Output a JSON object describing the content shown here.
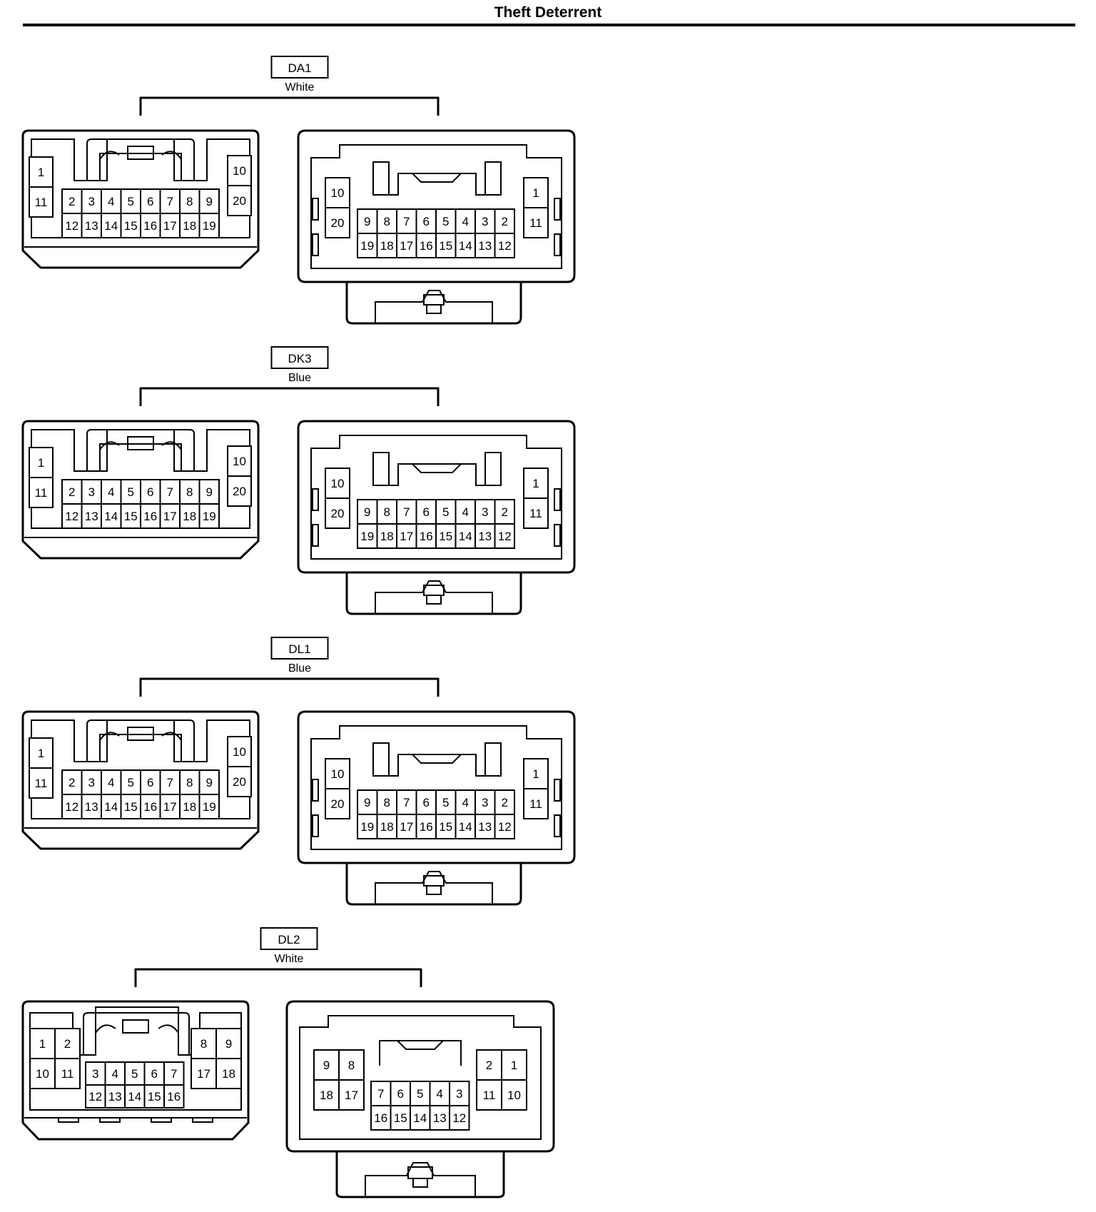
{
  "page": {
    "title": "Theft Deterrent"
  },
  "connectors": [
    {
      "id": "DA1",
      "color": "White",
      "variant": "20",
      "female": {
        "top": [
          [
            "1",
            "11"
          ]
        ],
        "middle_top": [
          "2",
          "3",
          "4",
          "5",
          "6",
          "7",
          "8",
          "9"
        ],
        "middle_bottom": [
          "12",
          "13",
          "14",
          "15",
          "16",
          "17",
          "18",
          "19"
        ],
        "right": [
          [
            "10",
            "20"
          ]
        ]
      },
      "male": {
        "left": [
          [
            "10",
            "20"
          ]
        ],
        "middle_top": [
          "9",
          "8",
          "7",
          "6",
          "5",
          "4",
          "3",
          "2"
        ],
        "middle_bottom": [
          "19",
          "18",
          "17",
          "16",
          "15",
          "14",
          "13",
          "12"
        ],
        "right": [
          [
            "1",
            "11"
          ]
        ]
      }
    },
    {
      "id": "DK3",
      "color": "Blue",
      "variant": "20",
      "female": {
        "top": [
          [
            "1",
            "11"
          ]
        ],
        "middle_top": [
          "2",
          "3",
          "4",
          "5",
          "6",
          "7",
          "8",
          "9"
        ],
        "middle_bottom": [
          "12",
          "13",
          "14",
          "15",
          "16",
          "17",
          "18",
          "19"
        ],
        "right": [
          [
            "10",
            "20"
          ]
        ]
      },
      "male": {
        "left": [
          [
            "10",
            "20"
          ]
        ],
        "middle_top": [
          "9",
          "8",
          "7",
          "6",
          "5",
          "4",
          "3",
          "2"
        ],
        "middle_bottom": [
          "19",
          "18",
          "17",
          "16",
          "15",
          "14",
          "13",
          "12"
        ],
        "right": [
          [
            "1",
            "11"
          ]
        ]
      }
    },
    {
      "id": "DL1",
      "color": "Blue",
      "variant": "20",
      "female": {
        "top": [
          [
            "1",
            "11"
          ]
        ],
        "middle_top": [
          "2",
          "3",
          "4",
          "5",
          "6",
          "7",
          "8",
          "9"
        ],
        "middle_bottom": [
          "12",
          "13",
          "14",
          "15",
          "16",
          "17",
          "18",
          "19"
        ],
        "right": [
          [
            "10",
            "20"
          ]
        ]
      },
      "male": {
        "left": [
          [
            "10",
            "20"
          ]
        ],
        "middle_top": [
          "9",
          "8",
          "7",
          "6",
          "5",
          "4",
          "3",
          "2"
        ],
        "middle_bottom": [
          "19",
          "18",
          "17",
          "16",
          "15",
          "14",
          "13",
          "12"
        ],
        "right": [
          [
            "1",
            "11"
          ]
        ]
      }
    },
    {
      "id": "DL2",
      "color": "White",
      "variant": "18",
      "female": {
        "top": [
          [
            "1",
            "10"
          ],
          [
            "2",
            "11"
          ]
        ],
        "middle_top": [
          "3",
          "4",
          "5",
          "6",
          "7"
        ],
        "middle_bottom": [
          "12",
          "13",
          "14",
          "15",
          "16"
        ],
        "right": [
          [
            "8",
            "17"
          ],
          [
            "9",
            "18"
          ]
        ]
      },
      "male": {
        "left": [
          [
            "9",
            "18"
          ],
          [
            "8",
            "17"
          ]
        ],
        "middle_top": [
          "7",
          "6",
          "5",
          "4",
          "3"
        ],
        "middle_bottom": [
          "16",
          "15",
          "14",
          "13",
          "12"
        ],
        "right": [
          [
            "2",
            "11"
          ],
          [
            "1",
            "10"
          ]
        ]
      }
    }
  ]
}
